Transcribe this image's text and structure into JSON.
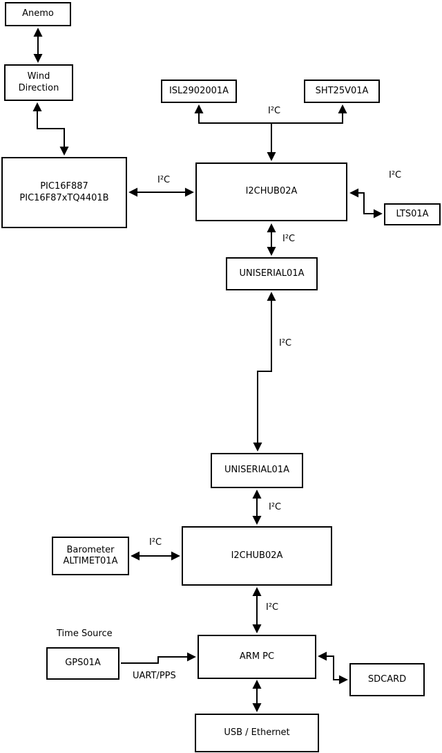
{
  "diagram": {
    "nodes": {
      "anemo": "Anemo",
      "wind_direction": "Wind\nDirection",
      "pic": "PIC16F887\nPIC16F87xTQ4401B",
      "isl": "ISL2902001A",
      "sht": "SHT25V01A",
      "i2c_hub_top": "I2CHUB02A",
      "lts": "LTS01A",
      "uniserial_top": "UNISERIAL01A",
      "uniserial_bottom": "UNISERIAL01A",
      "i2c_hub_bottom": "I2CHUB02A",
      "barometer": "Barometer\nALTIMET01A",
      "arm_pc": "ARM PC",
      "gps": "GPS01A",
      "sdcard": "SDCARD",
      "usb_ethernet": "USB / Ethernet"
    },
    "labels": {
      "bus_i2c": "I²C",
      "time_source": "Time Source",
      "uart_pps": "UART/PPS"
    },
    "colors": {
      "line": "#000000",
      "box_border": "#000000",
      "box_fill": "#ffffff",
      "text": "#000000",
      "background": "#ffffff"
    }
  }
}
